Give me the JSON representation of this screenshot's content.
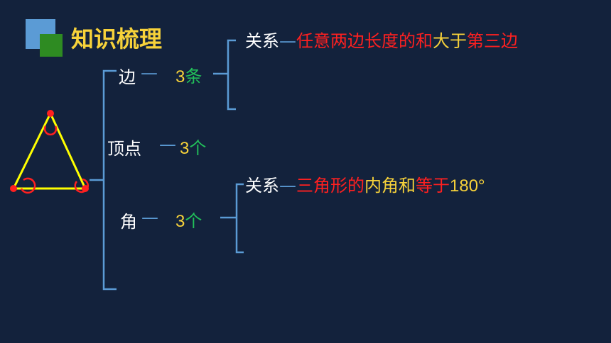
{
  "header": {
    "title": "知识梳理",
    "colors": {
      "blue_square": "#5b9bd5",
      "green_square": "#2e8b22"
    }
  },
  "branches": {
    "edge": {
      "label": "边",
      "dash": "—",
      "count": "3",
      "unit": "条"
    },
    "vertex": {
      "label": "顶点",
      "dash": "—",
      "count": "3",
      "unit": "个"
    },
    "angle": {
      "label": "角",
      "dash": "—",
      "count": "3",
      "unit": "个"
    }
  },
  "relations": {
    "edge": {
      "label": "关系",
      "dash": "—",
      "parts": [
        "任意两边长度的和",
        "大于",
        "第三边"
      ]
    },
    "angle": {
      "label": "关系",
      "dash": "—",
      "parts": [
        "三角形的",
        "内角和",
        "等于",
        "180°"
      ]
    }
  },
  "colors": {
    "background": "#13223c",
    "bracket": "#5b9bd5",
    "triangle": "#ffff00",
    "vertex_dot": "#ff2020",
    "title": "#f7d23a"
  }
}
